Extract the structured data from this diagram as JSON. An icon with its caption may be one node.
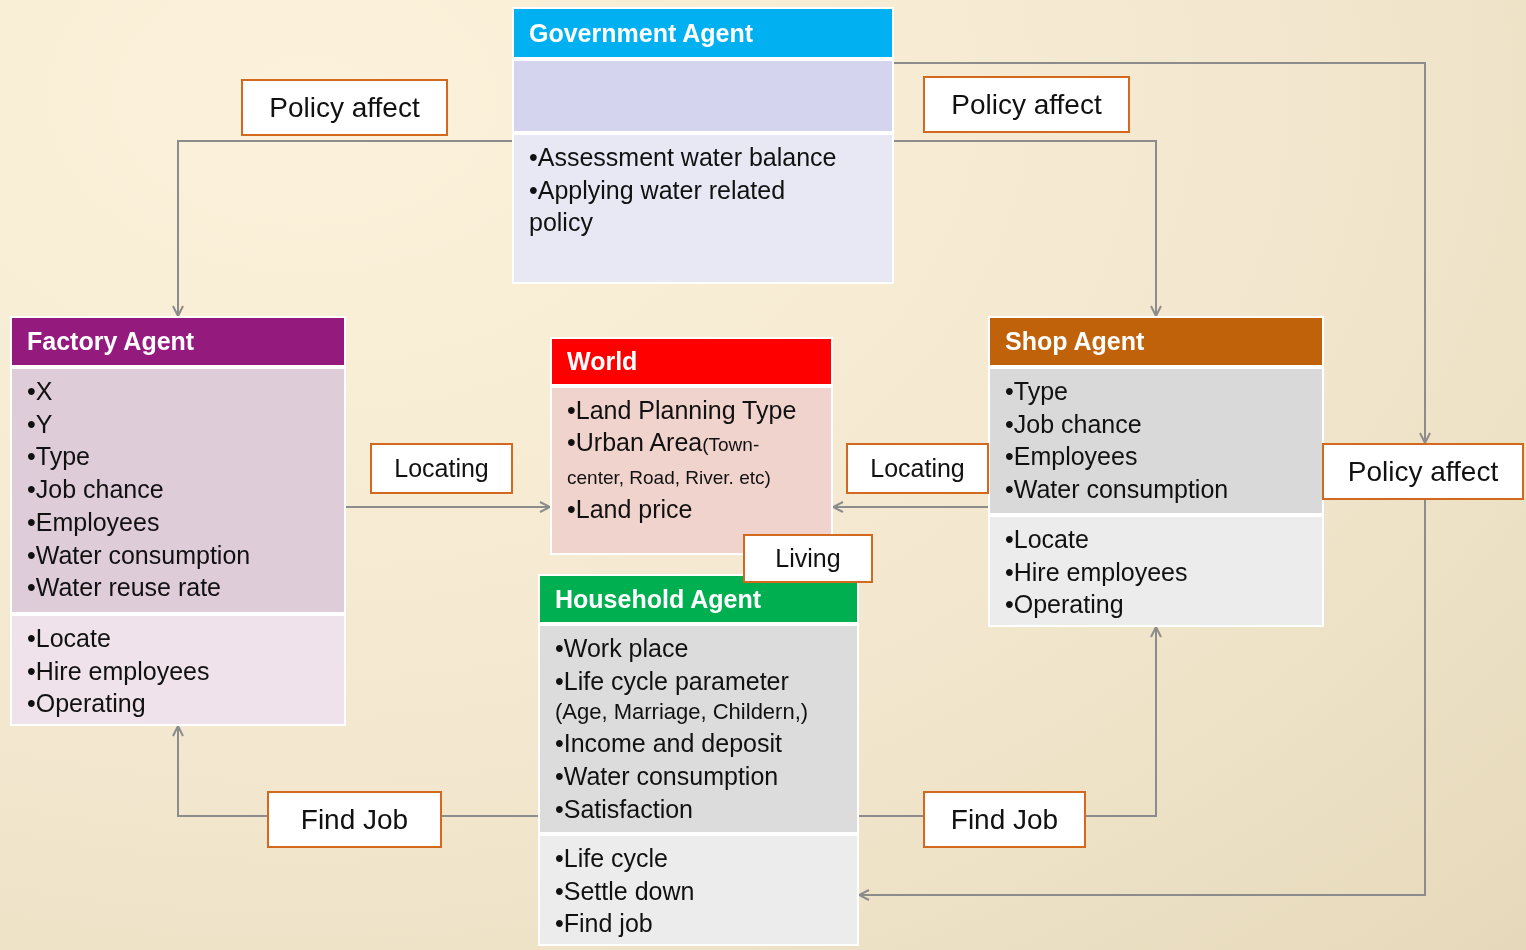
{
  "diagram": {
    "nodes": [
      {
        "text": [
          "Government Agent",
          "•Assessment water balance",
          "•Applying water related policy"
        ]
      },
      {
        "text": [
          "Factory Agent",
          "•X",
          "•Y",
          "•Type",
          "•Job chance",
          "•Employees",
          "•Water consumption",
          "•Water reuse rate",
          "•Locate",
          "•Hire employees",
          "•Operating"
        ]
      },
      {
        "text": [
          "World",
          "•Land Planning Type",
          "•Urban Area",
          "(Town-center, Road, River. etc)",
          "•Land price"
        ]
      },
      {
        "text": [
          "Shop Agent",
          "•Type",
          "•Job chance",
          "•Employees",
          "•Water consumption",
          "•Locate",
          "•Hire employees",
          "•Operating"
        ]
      },
      {
        "text": [
          "Household Agent",
          "•Work place",
          "•Life cycle parameter",
          "(Age, Marriage, Childern,)",
          "•Income and deposit",
          "•Water consumption",
          "•Satisfaction",
          "•Life cycle",
          "•Settle down",
          "•Find job"
        ]
      },
      {
        "text": [
          "Living"
        ]
      },
      {
        "text": [
          "Policy affect"
        ]
      },
      {
        "text": [
          "Policy affect"
        ]
      },
      {
        "text": [
          "Policy affect"
        ]
      },
      {
        "text": [
          "Locating"
        ]
      },
      {
        "text": [
          "Locating"
        ]
      },
      {
        "text": [
          "Find Job"
        ]
      },
      {
        "text": [
          "Find Job"
        ]
      }
    ],
    "edges": [
      {
        "from": 0,
        "to": 1,
        "arrow": "to"
      },
      {
        "from": 0,
        "to": 3,
        "arrow": "to"
      },
      {
        "from": 0,
        "to": 8,
        "arrow": "to"
      },
      {
        "from": 8,
        "to": 4,
        "arrow": "to"
      },
      {
        "from": 1,
        "to": 2,
        "arrow": "to"
      },
      {
        "from": 3,
        "to": 2,
        "arrow": "to"
      },
      {
        "from": 4,
        "to": 11,
        "arrow": "none"
      },
      {
        "from": 11,
        "to": 1,
        "arrow": "to"
      },
      {
        "from": 4,
        "to": 12,
        "arrow": "none"
      },
      {
        "from": 12,
        "to": 3,
        "arrow": "to"
      }
    ]
  }
}
